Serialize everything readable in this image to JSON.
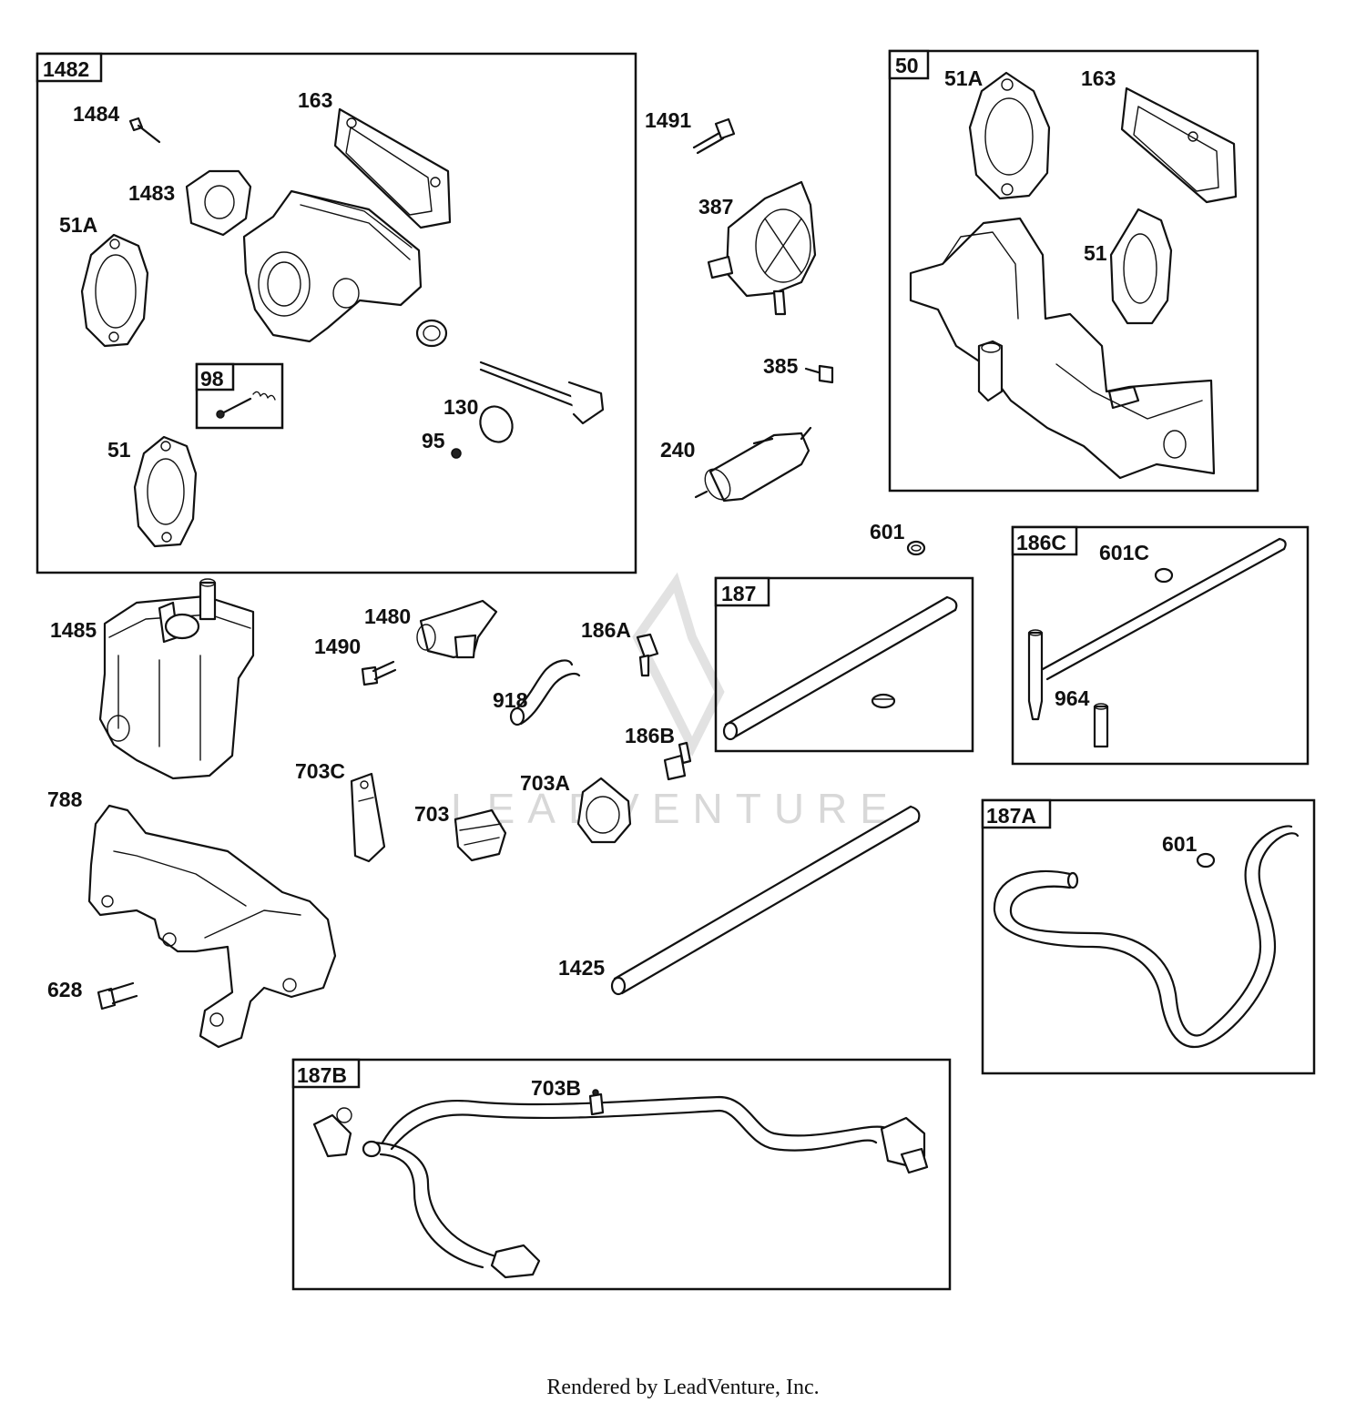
{
  "footer": "Rendered by LeadVenture, Inc.",
  "watermark": "LEADVENTURE",
  "groups": {
    "g1482": "1482",
    "g98": "98",
    "g50": "50",
    "g187": "187",
    "g186C": "186C",
    "g187A": "187A",
    "g187B": "187B"
  },
  "labels": {
    "l1484": "1484",
    "l163a": "163",
    "l1483": "1483",
    "l51Aa": "51A",
    "l51a": "51",
    "l130": "130",
    "l95": "95",
    "l1491": "1491",
    "l387": "387",
    "l385": "385",
    "l240": "240",
    "l51Ab": "51A",
    "l163b": "163",
    "l51b": "51",
    "l601a": "601",
    "l601C": "601C",
    "l964": "964",
    "l1485": "1485",
    "l1480": "1480",
    "l1490": "1490",
    "l186A": "186A",
    "l918": "918",
    "l186B": "186B",
    "l703C": "703C",
    "l703A": "703A",
    "l703": "703",
    "l788": "788",
    "l628": "628",
    "l1425": "1425",
    "l601b": "601",
    "l703B": "703B"
  }
}
